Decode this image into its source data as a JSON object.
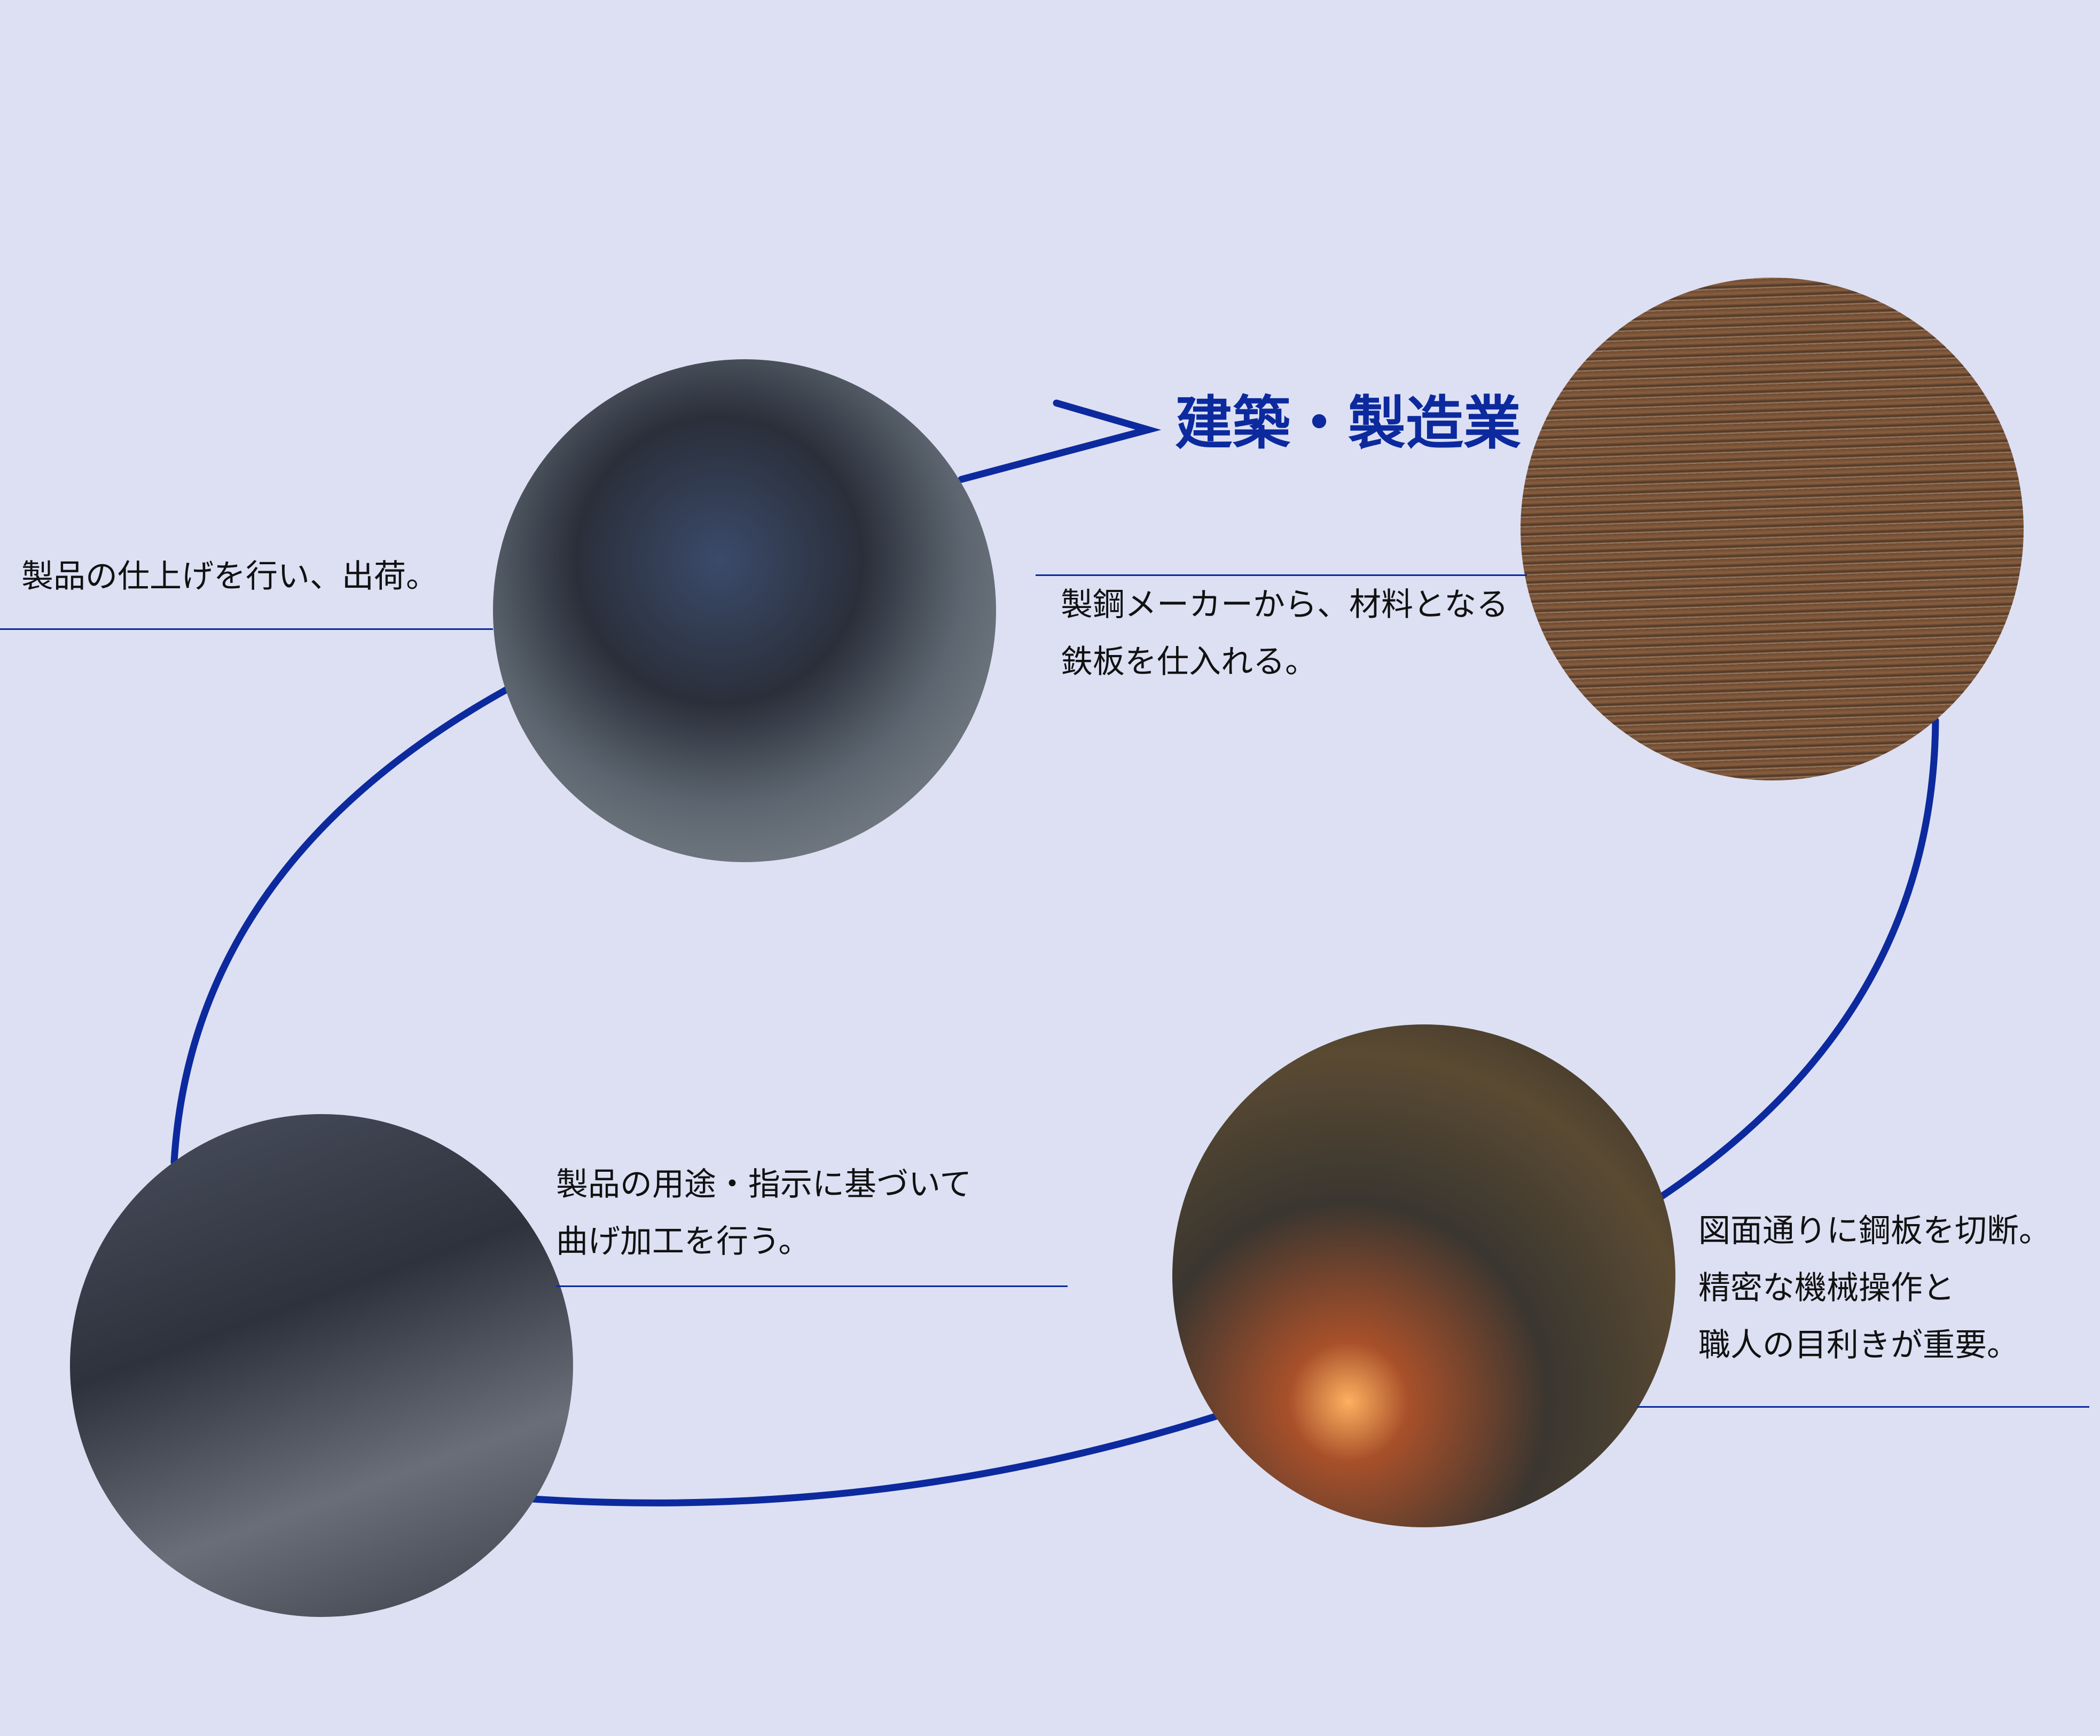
{
  "title": "建築・製造業",
  "steps": [
    {
      "lines": [
        "製鋼メーカーから、材料となる",
        "鉄板を仕入れる。"
      ]
    },
    {
      "lines": [
        "図面通りに鋼板を切断。",
        "精密な機械操作と",
        "職人の目利きが重要。"
      ]
    },
    {
      "lines": [
        "製品の用途・指示に基づいて",
        "曲げ加工を行う。"
      ]
    },
    {
      "lines": [
        "製品の仕上げを行い、出荷。"
      ]
    }
  ],
  "colors": {
    "accent": "#0c2a9e",
    "background": "#dde0f3"
  }
}
